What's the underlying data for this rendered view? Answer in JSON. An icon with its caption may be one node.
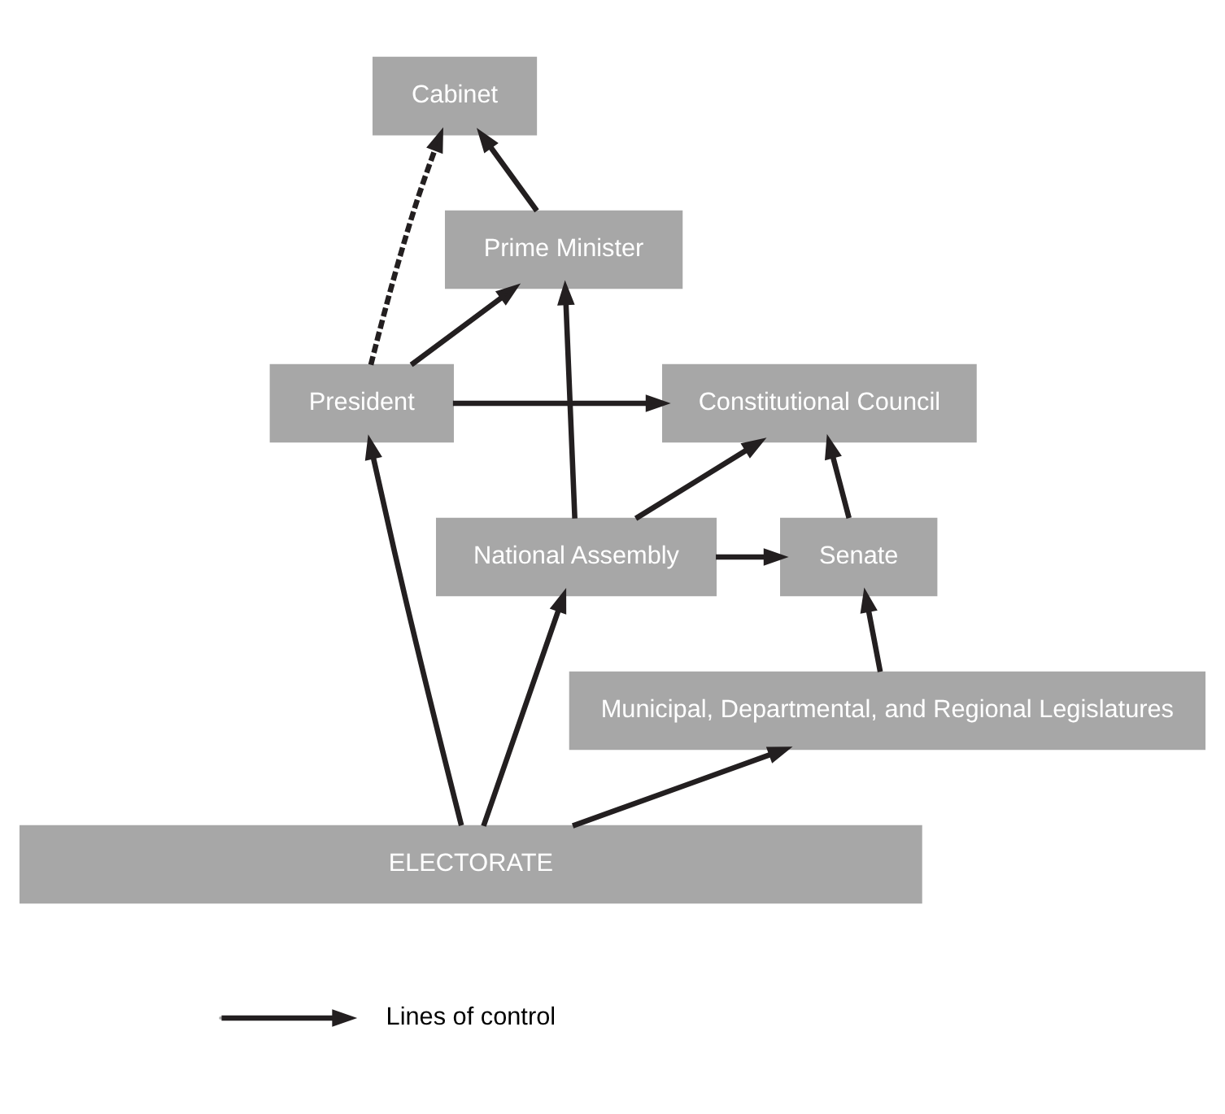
{
  "diagram": {
    "nodes": [
      {
        "text": [
          "President"
        ]
      },
      {
        "text": [
          "Constitutional Council"
        ]
      },
      {
        "text": [
          "Prime Minister"
        ]
      },
      {
        "text": [
          "Cabinet"
        ]
      },
      {
        "text": [
          "National Assembly"
        ]
      },
      {
        "text": [
          "Senate"
        ]
      },
      {
        "text": [
          "Municipal, Departmental, and Regional Legislatures"
        ]
      },
      {
        "text": [
          "ELECTORATE"
        ]
      }
    ],
    "edges": [
      {
        "from": 0,
        "to": 1,
        "arrow": "to"
      },
      {
        "from": 0,
        "to": 2,
        "arrow": "to"
      },
      {
        "from": 0,
        "to": 3,
        "arrow": "to",
        "style": "dashed"
      },
      {
        "from": 2,
        "to": 3,
        "arrow": "to"
      },
      {
        "from": 4,
        "to": 2,
        "arrow": "to"
      },
      {
        "from": 4,
        "to": 1,
        "arrow": "to"
      },
      {
        "from": 4,
        "to": 5,
        "arrow": "to"
      },
      {
        "from": 5,
        "to": 1,
        "arrow": "to"
      },
      {
        "from": 7,
        "to": 4,
        "arrow": "to"
      },
      {
        "from": 7,
        "to": 0,
        "arrow": "to"
      },
      {
        "from": 7,
        "to": 6,
        "arrow": "to"
      },
      {
        "from": 6,
        "to": 5,
        "arrow": "to"
      }
    ],
    "legend": [
      {
        "text": "Lines of control"
      }
    ]
  }
}
